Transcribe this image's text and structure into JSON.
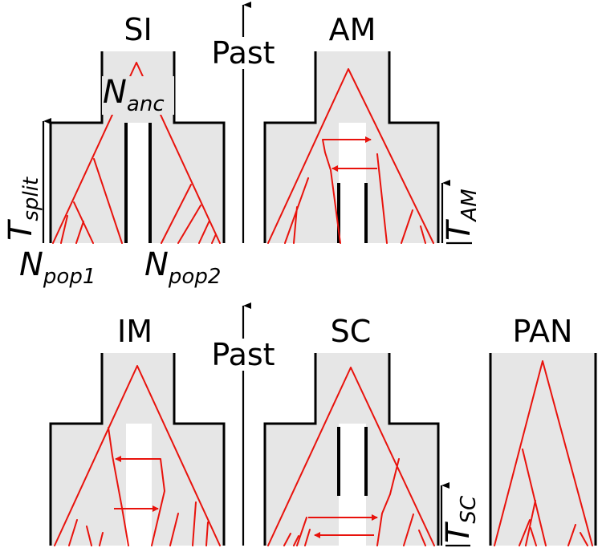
{
  "panels": {
    "si": {
      "title": "SI"
    },
    "am": {
      "title": "AM"
    },
    "im": {
      "title": "IM"
    },
    "sc": {
      "title": "SC"
    },
    "pan": {
      "title": "PAN"
    }
  },
  "time_axis": {
    "top": "Past",
    "bottom": "Past"
  },
  "parameters": {
    "n_anc": {
      "main": "N",
      "sub": "anc"
    },
    "t_split": {
      "main": "T",
      "sub": "split"
    },
    "n_pop1": {
      "main": "N",
      "sub": "pop1"
    },
    "n_pop2": {
      "main": "N",
      "sub": "pop2"
    },
    "t_am": {
      "main": "T",
      "sub": "AM"
    },
    "t_sc": {
      "main": "T",
      "sub": "SC"
    }
  },
  "colors": {
    "lineage": "#e8120c",
    "population": "#e6e6e6",
    "outline": "#000000"
  }
}
